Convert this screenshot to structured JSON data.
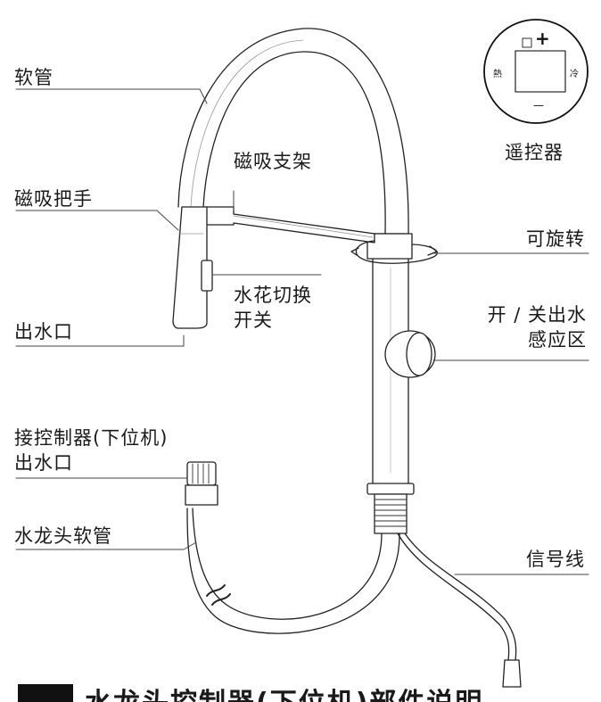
{
  "labels": {
    "hose": "软管",
    "magnetic_handle": "磁吸把手",
    "outlet": "出水口",
    "magnetic_bracket": "磁吸支架",
    "spray_switch_line1": "水花切换",
    "spray_switch_line2": "开关",
    "rotatable": "可旋转",
    "sensor_line1": "开 / 关出水",
    "sensor_line2": "感应区",
    "controller_outlet_line1": "接控制器(下位机)",
    "controller_outlet_line2": "出水口",
    "faucet_hose": "水龙头软管",
    "signal_wire": "信号线",
    "remote": "遥控器"
  },
  "remote_glyphs": {
    "plus": "+",
    "minus": "—",
    "hot": "熱",
    "cold": "冷"
  },
  "footer": {
    "title": "水龙头控制器(下位机)部件说明"
  }
}
